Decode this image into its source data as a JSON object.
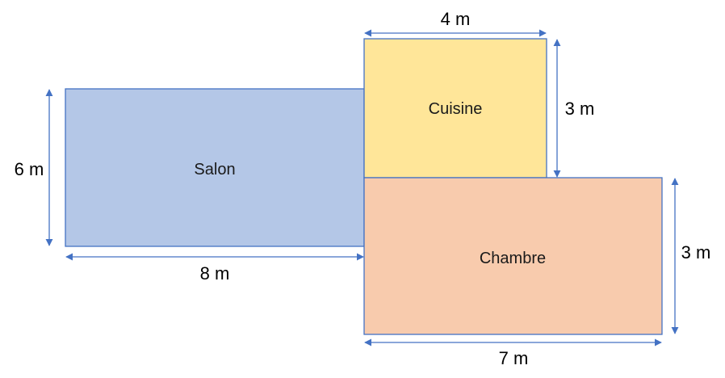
{
  "rooms": {
    "salon": {
      "label": "Salon",
      "fill": "#B4C7E7"
    },
    "cuisine": {
      "label": "Cuisine",
      "fill": "#FFE699"
    },
    "chambre": {
      "label": "Chambre",
      "fill": "#F8CBAD"
    }
  },
  "dimensions": {
    "salon_height": "6 m",
    "salon_width": "8 m",
    "cuisine_width": "4 m",
    "cuisine_height": "3 m",
    "chambre_height": "3 m",
    "chambre_width": "7 m"
  },
  "colors": {
    "arrow": "#4472C4",
    "outline": "#4472C4"
  }
}
